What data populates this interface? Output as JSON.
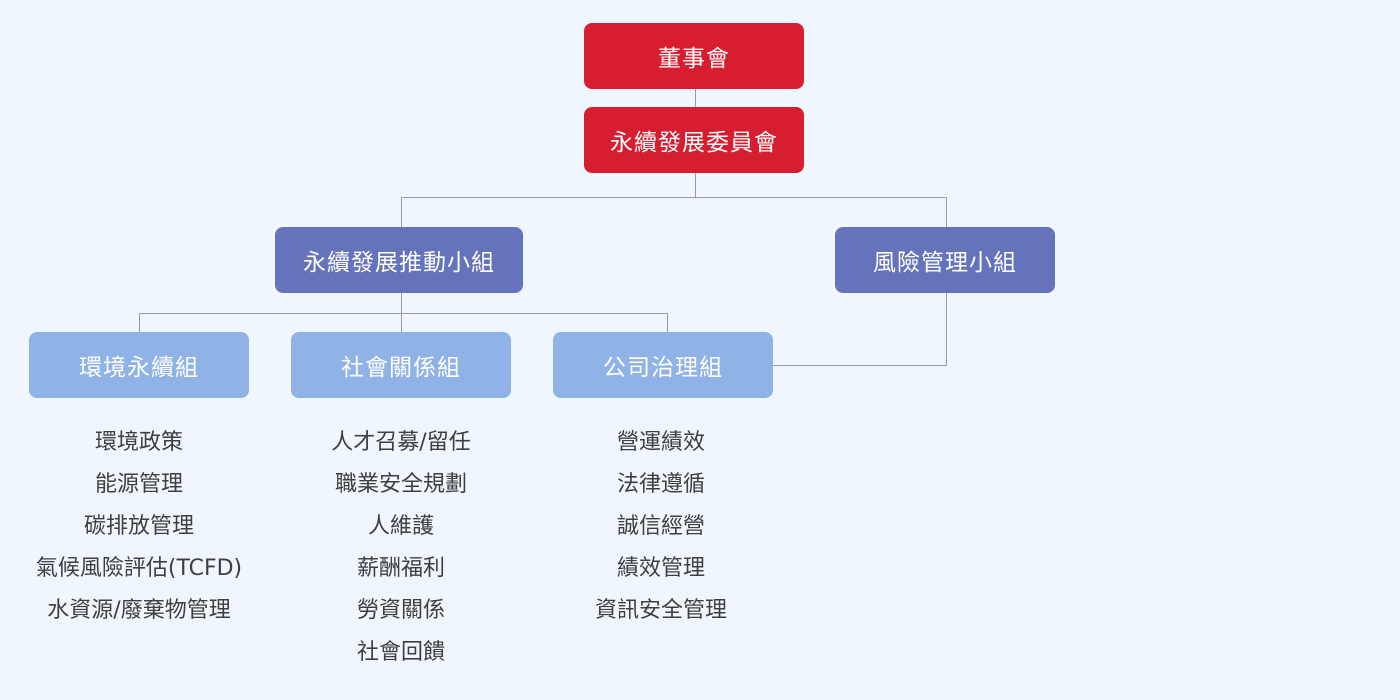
{
  "board": {
    "label": "董事會"
  },
  "committee": {
    "label": "永續發展委員會"
  },
  "task_force": {
    "label": "永續發展推動小組"
  },
  "risk_group": {
    "label": "風險管理小組"
  },
  "groups": [
    {
      "label": "環境永續組",
      "tasks": [
        "環境政策",
        "能源管理",
        "碳排放管理",
        "氣候風險評估(TCFD)",
        "水資源/廢棄物管理"
      ]
    },
    {
      "label": "社會關係組",
      "tasks": [
        "人才召募/留任",
        "職業安全規劃",
        "人維護",
        "薪酬福利",
        "勞資關係",
        "社會回饋"
      ]
    },
    {
      "label": "公司治理組",
      "tasks": [
        "營運績效",
        "法律遵循",
        "誠信經營",
        "績效管理",
        "資訊安全管理"
      ]
    }
  ],
  "colors": {
    "top_level": "#d71e31",
    "second_level": "#6573bd",
    "third_level": "#8fb3e6",
    "connector": "#999999",
    "background": "#f0f6fe"
  }
}
